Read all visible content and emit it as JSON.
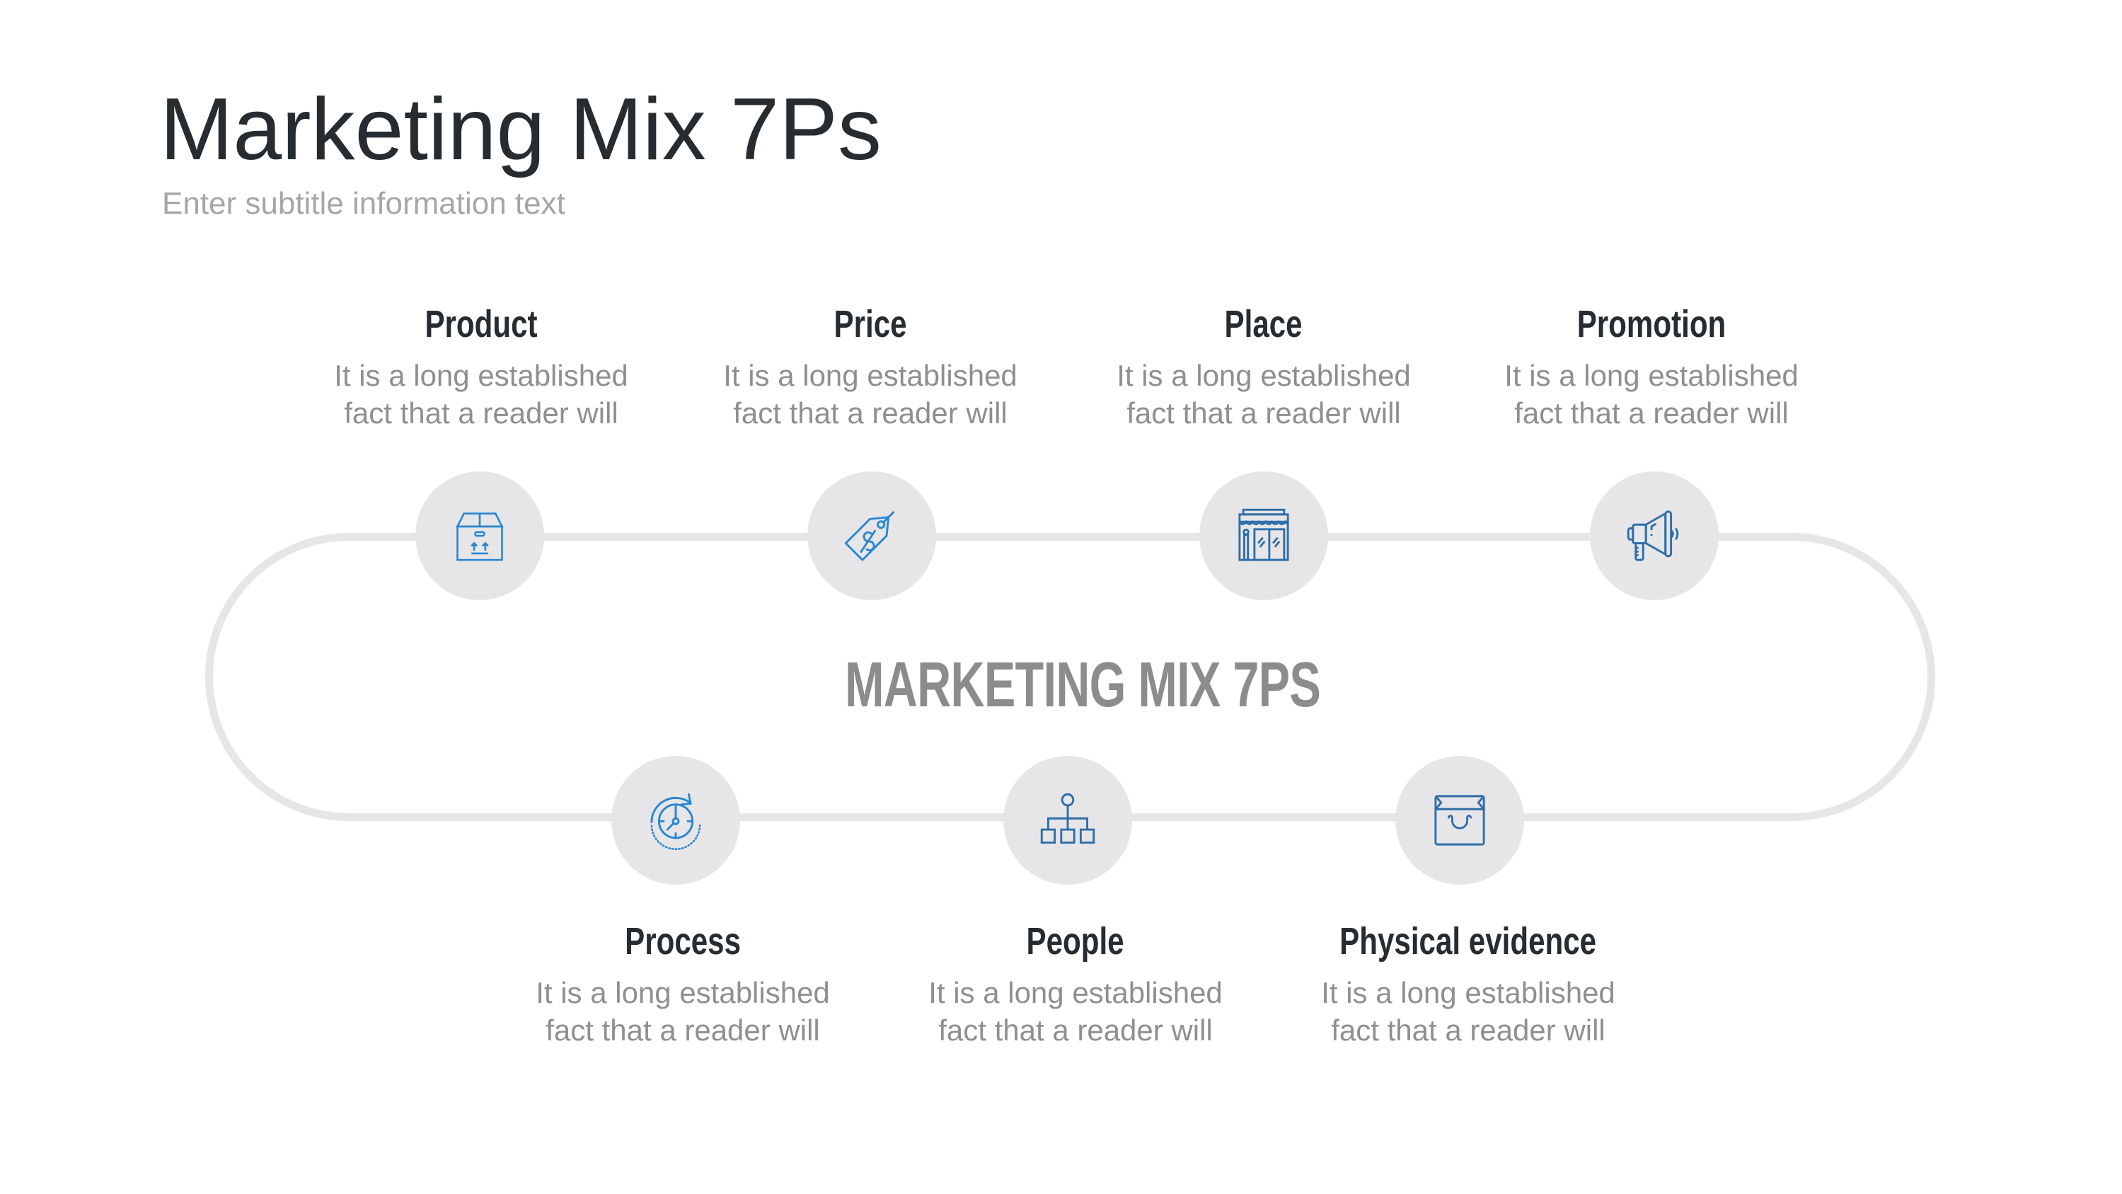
{
  "header": {
    "title": "Marketing Mix 7Ps",
    "subtitle": "Enter subtitle information text"
  },
  "diagram": {
    "center_label": "MARKETING MIX 7PS",
    "colors": {
      "track": "#e6e5e8",
      "circle": "#e6e5e8",
      "icon_light_blue": "#2a86d0",
      "icon_dark_blue": "#2f6ea8",
      "heading": "#262c30",
      "body": "#8f8f8f",
      "center_label": "#8c8c8f"
    },
    "top_row": [
      {
        "title": "Product",
        "icon": "box-icon",
        "line1": "It is a long established",
        "line2": "fact that a reader will"
      },
      {
        "title": "Price",
        "icon": "price-tag-icon",
        "line1": "It is a long established",
        "line2": "fact that a reader will"
      },
      {
        "title": "Place",
        "icon": "store-icon",
        "line1": "It is a long established",
        "line2": "fact that a reader will"
      },
      {
        "title": "Promotion",
        "icon": "megaphone-icon",
        "line1": "It is a long established",
        "line2": "fact that a reader will"
      }
    ],
    "bottom_row": [
      {
        "title": "Process",
        "icon": "clock-cycle-icon",
        "line1": "It is a long established",
        "line2": "fact that a reader will"
      },
      {
        "title": "People",
        "icon": "org-chart-icon",
        "line1": "It is a long established",
        "line2": "fact that a reader will"
      },
      {
        "title": "Physical evidence",
        "icon": "shopping-bag-icon",
        "line1": "It is a long established",
        "line2": "fact that a reader will"
      }
    ]
  }
}
